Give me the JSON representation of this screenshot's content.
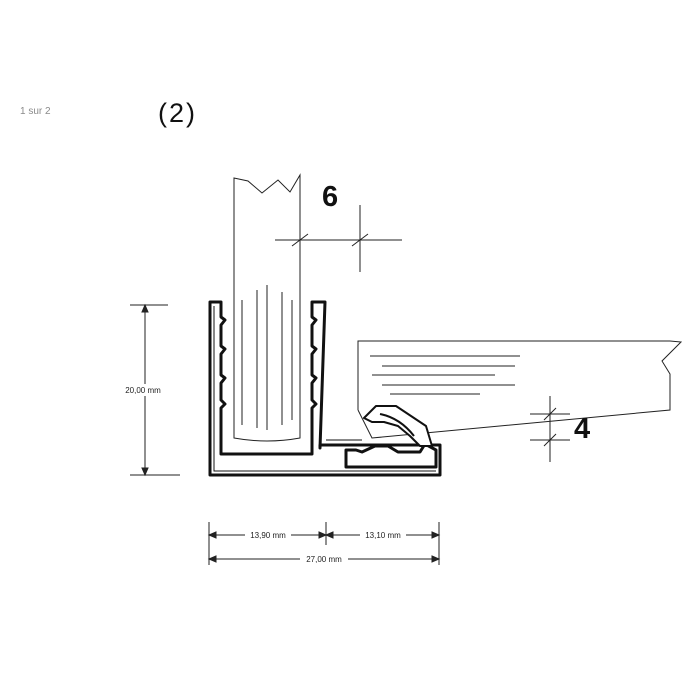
{
  "page": {
    "page_ref": "1 sur 2",
    "figure_number": "(2)"
  },
  "callouts": {
    "vertical_panel_thickness": "6",
    "horizontal_panel_thickness": "4"
  },
  "dimensions": {
    "height": "20,00 mm",
    "width_left": "13,90 mm",
    "width_right": "13,10 mm",
    "width_total": "27,00 mm"
  }
}
